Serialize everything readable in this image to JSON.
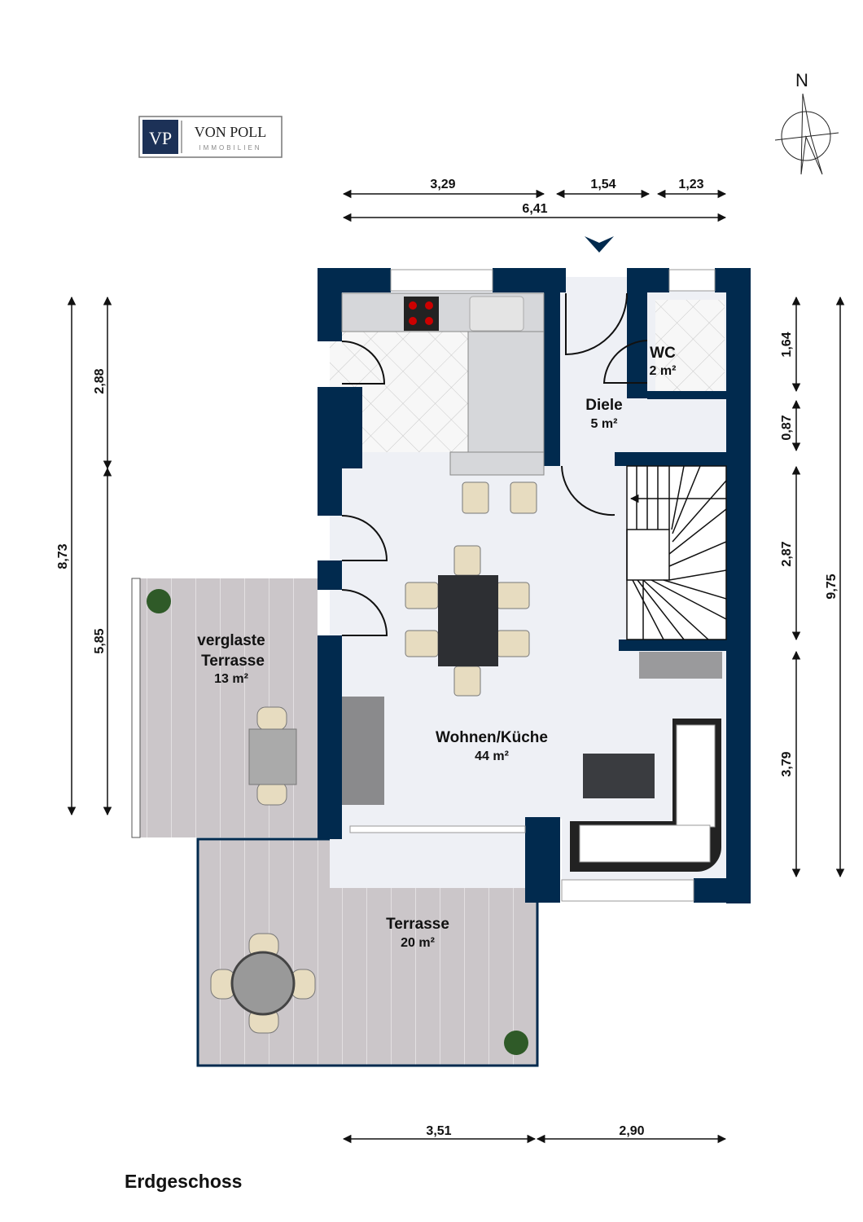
{
  "logo": {
    "monogram": "VP",
    "name": "VON POLL",
    "sub": "IMMOBILIEN"
  },
  "compass": {
    "label": "N"
  },
  "floor_title": "Erdgeschoss",
  "colors": {
    "wall": "#012a4e",
    "floor": "#eef0f5",
    "deck": "#c8c3c6",
    "counter": "#d6d7da"
  },
  "rooms": {
    "wc": {
      "name": "WC",
      "area": "2 m²"
    },
    "diele": {
      "name": "Diele",
      "area": "5 m²"
    },
    "wohnen": {
      "name": "Wohnen/Küche",
      "area": "44 m²"
    },
    "verglaste": {
      "name1": "verglaste",
      "name2": "Terrasse",
      "area": "13 m²"
    },
    "terrasse": {
      "name": "Terrasse",
      "area": "20 m²"
    }
  },
  "dimensions": {
    "top": [
      "3,29",
      "1,54",
      "1,23",
      "6,41"
    ],
    "left": [
      "8,73",
      "2,88",
      "5,85"
    ],
    "right": [
      "1,64",
      "0,87",
      "2,87",
      "3,79",
      "9,75"
    ],
    "bottom": [
      "3,51",
      "2,90"
    ]
  }
}
